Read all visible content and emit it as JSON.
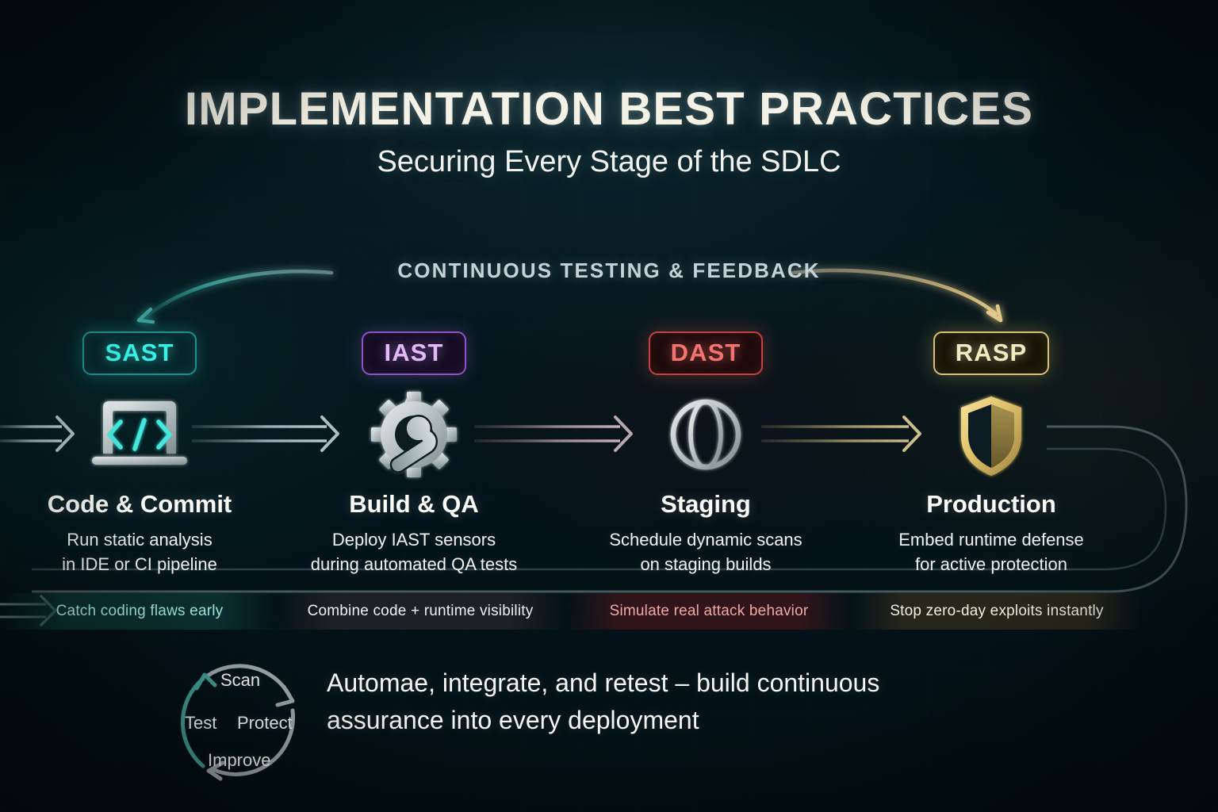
{
  "header": {
    "title": "IMPLEMENTATION BEST PRACTICES",
    "subtitle": "Securing Every Stage of the SDLC"
  },
  "feedback_loop": {
    "label": "CONTINUOUS TESTING & FEEDBACK"
  },
  "stages": [
    {
      "badge": "SAST",
      "icon": "laptop-code-icon",
      "title": "Code & Commit",
      "desc_line1": "Run static analysis",
      "desc_line2": "in IDE or CI pipeline",
      "note": "Catch coding flaws early",
      "accent": "#2ee6e0",
      "badge_text": "#35f0e6",
      "badge_border": "#1f8f8c",
      "badge_fill": "#07252a",
      "note_text": "#9fe8df",
      "note_fill": "#0b2b2c"
    },
    {
      "badge": "IAST",
      "icon": "gear-wrench-icon",
      "title": "Build & QA",
      "desc_line1": "Deploy IAST sensors",
      "desc_line2": "during automated QA tests",
      "note": "Combine code + runtime visibility",
      "accent": "#b07ae0",
      "badge_text": "#e3b9f7",
      "badge_border": "#8d52c4",
      "badge_fill": "#140d22",
      "note_text": "#eef1ee",
      "note_fill": "#1a1b20"
    },
    {
      "badge": "DAST",
      "icon": "globe-icon",
      "title": "Staging",
      "desc_line1": "Schedule dynamic scans",
      "desc_line2": "on staging builds",
      "note": "Simulate real attack behavior",
      "accent": "#f06a6a",
      "badge_text": "#f2736f",
      "badge_border": "#c0433f",
      "badge_fill": "#1d0b0c",
      "note_text": "#f0a9a2",
      "note_fill": "#2a1215"
    },
    {
      "badge": "RASP",
      "icon": "shield-icon",
      "title": "Production",
      "desc_line1": "Embed runtime defense",
      "desc_line2": "for active protection",
      "note": "Stop zero-day exploits instantly",
      "accent": "#e7cf7c",
      "badge_text": "#f3ebc0",
      "badge_border": "#d8c173",
      "badge_fill": "#171408",
      "note_text": "#f2efe0",
      "note_fill": "#221e12"
    }
  ],
  "cycle": {
    "steps": [
      "Scan",
      "Protect",
      "Improve",
      "Test"
    ],
    "accent": "#3f9d94",
    "arc_color": "#9aa5a7"
  },
  "tagline": {
    "line1": "Automae, integrate, and retest – build continuous",
    "line2": "assurance into every deployment"
  },
  "theme": {
    "background": "#02131a",
    "text": "#f2f3ef",
    "arrow": "#8e9ea2"
  }
}
